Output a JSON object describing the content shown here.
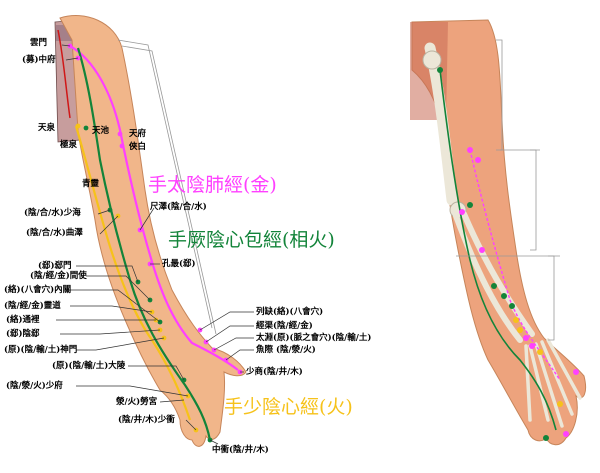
{
  "colors": {
    "lung": "#ff40ff",
    "pericardium": "#13843a",
    "heart": "#f6c21a",
    "skin": "#f1b68a",
    "label": "#000000"
  },
  "titles": {
    "lung": "手太陰肺經(金)",
    "pericardium": "手厥陰心包經(相火)",
    "heart": "手少陰心經(火)"
  },
  "labels": {
    "yunmen": "雲門",
    "zhongfu": "(募)中府",
    "tianquan": "天泉",
    "jiquan": "極泉",
    "tianchi": "天池",
    "tianfu": "天府",
    "xiabai": "俠白",
    "qingling": "青靈",
    "chize": "尺澤(陰/合/水)",
    "shaohai": "(陰/合/水)少海",
    "quze": "(陰/合/水)曲澤",
    "kongzui": "孔最(郄)",
    "ximen": "(郄)郄門",
    "jianshi": "(陰/經/金)間使",
    "neiguan": "(絡)(八會穴)內關",
    "lingdao": "(陰/經/金)靈道",
    "tongli": "(絡)通裡",
    "yinxi": "(郄)陰郄",
    "shenmen": "(原)(陰/輸/土)神門",
    "daling": "(原)(陰/輸/土)大陵",
    "shaofu": "(陰/滎/火)少府",
    "laogong": "滎/火)勞宮",
    "shaochong": "(陰/井/木)少衝",
    "zhongchong": "中衝(陰/井/木)",
    "lieque": "列缺(絡)(八會穴)",
    "jingqu": "經渠(陰/經/金)",
    "taiyuan": "太淵(原)(脈之會穴)(陰/輸/土)",
    "yuji": "魚際 (陰/滎/火)",
    "shaoshang": "少商(陰/井/木)"
  }
}
